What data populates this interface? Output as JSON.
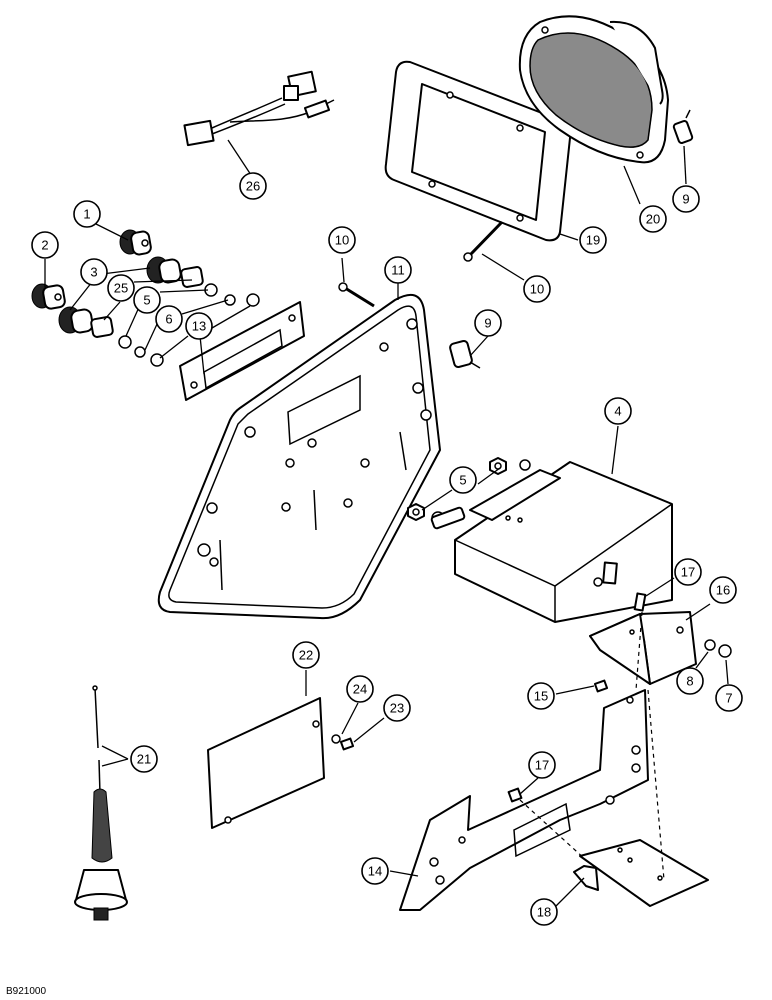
{
  "callouts": [
    {
      "id": "c1",
      "label": "1"
    },
    {
      "id": "c2",
      "label": "2"
    },
    {
      "id": "c3",
      "label": "3"
    },
    {
      "id": "c25",
      "label": "25"
    },
    {
      "id": "c5a",
      "label": "5"
    },
    {
      "id": "c6",
      "label": "6"
    },
    {
      "id": "c13",
      "label": "13"
    },
    {
      "id": "c26",
      "label": "26"
    },
    {
      "id": "c10a",
      "label": "10"
    },
    {
      "id": "c11",
      "label": "11"
    },
    {
      "id": "c9a",
      "label": "9"
    },
    {
      "id": "c10b",
      "label": "10"
    },
    {
      "id": "c19",
      "label": "19"
    },
    {
      "id": "c20",
      "label": "20"
    },
    {
      "id": "c9b",
      "label": "9"
    },
    {
      "id": "c4",
      "label": "4"
    },
    {
      "id": "c5b",
      "label": "5"
    },
    {
      "id": "c17a",
      "label": "17"
    },
    {
      "id": "c16",
      "label": "16"
    },
    {
      "id": "c8",
      "label": "8"
    },
    {
      "id": "c7",
      "label": "7"
    },
    {
      "id": "c15",
      "label": "15"
    },
    {
      "id": "c17b",
      "label": "17"
    },
    {
      "id": "c14",
      "label": "14"
    },
    {
      "id": "c18",
      "label": "18"
    },
    {
      "id": "c22",
      "label": "22"
    },
    {
      "id": "c24",
      "label": "24"
    },
    {
      "id": "c23",
      "label": "23"
    },
    {
      "id": "c21",
      "label": "21"
    }
  ],
  "drawing_code": "B921000"
}
